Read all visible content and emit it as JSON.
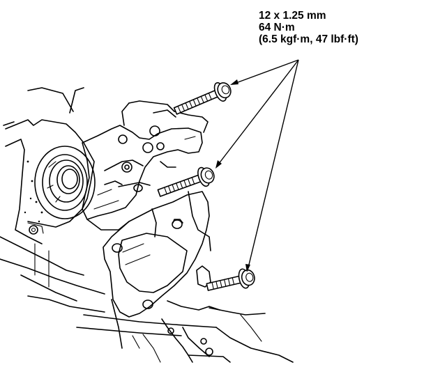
{
  "torque_spec": {
    "thread": "12 x 1.25 mm",
    "torque_nm": "64 N·m",
    "torque_alt": "(6.5 kgf·m, 47 lbf·ft)"
  }
}
